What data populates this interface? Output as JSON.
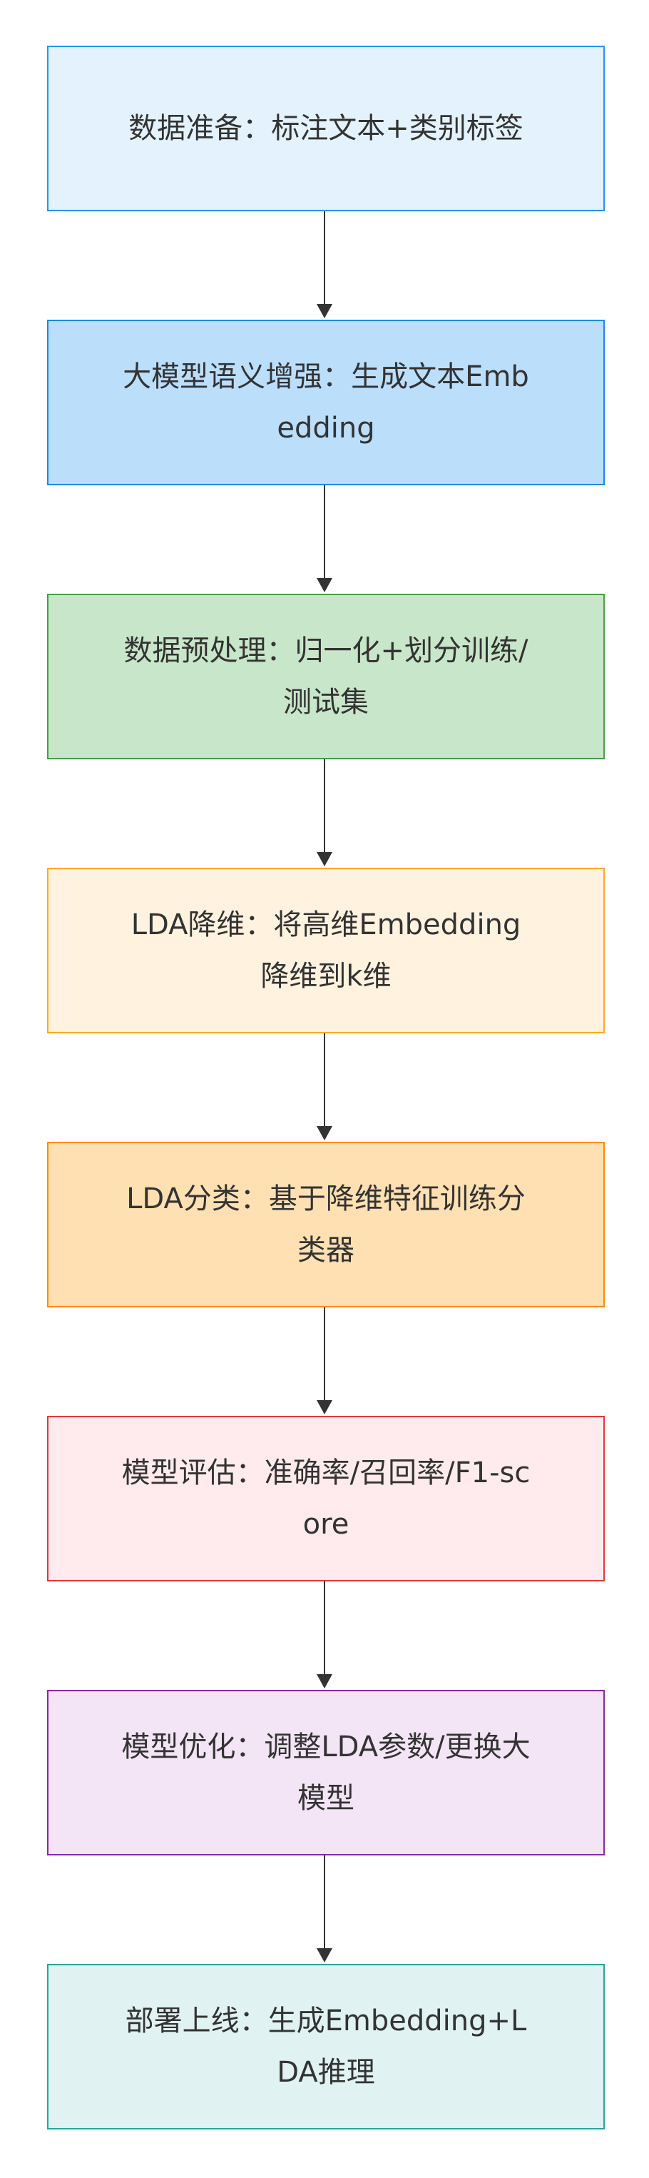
{
  "diagram": {
    "steps": [
      {
        "label": "数据准备：标注文本+类别标签",
        "fill": "#e3f2fd",
        "border": "#2196f3"
      },
      {
        "label": "大模型语义增强：生成文本Embedding",
        "fill": "#bbdefb",
        "border": "#1e88e5"
      },
      {
        "label": "数据预处理：归一化+划分训练/测试集",
        "fill": "#c8e6c9",
        "border": "#43a047"
      },
      {
        "label": "LDA降维：将高维Embedding降维到k维",
        "fill": "#fff3e0",
        "border": "#ffa726"
      },
      {
        "label": "LDA分类：基于降维特征训练分类器",
        "fill": "#ffe0b2",
        "border": "#fb8c00"
      },
      {
        "label": "模型评估：准确率/召回率/F1-score",
        "fill": "#ffebee",
        "border": "#e53935"
      },
      {
        "label": "模型优化：调整LDA参数/更换大模型",
        "fill": "#f3e5f5",
        "border": "#8e24aa"
      },
      {
        "label": "部署上线：生成Embedding+LDA推理",
        "fill": "#e0f2f1",
        "border": "#26a69a"
      }
    ],
    "edge_color": "#333333"
  }
}
